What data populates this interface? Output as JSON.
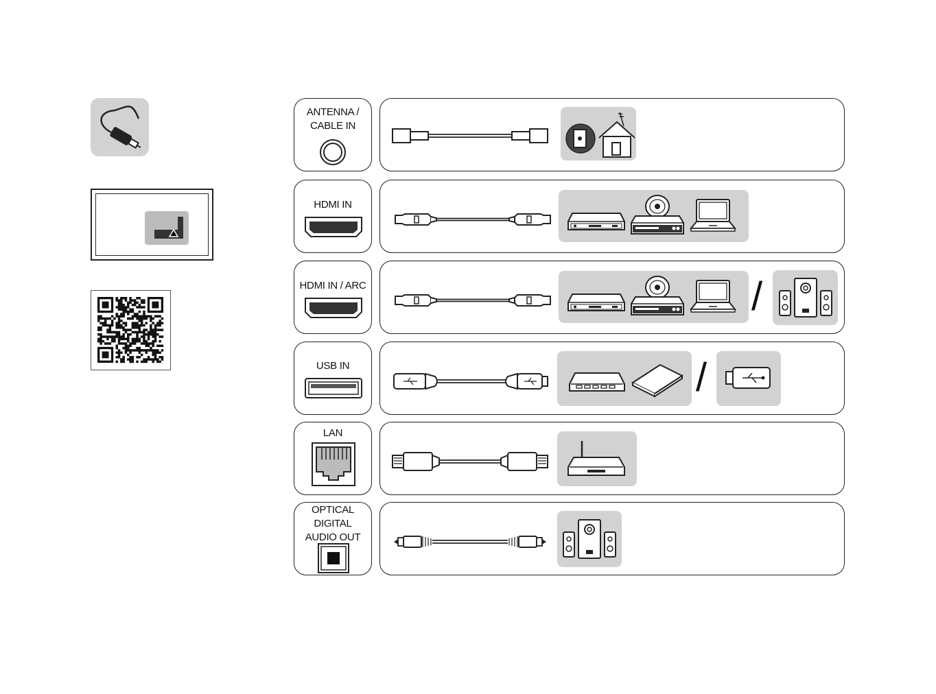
{
  "ports": [
    {
      "id": "antenna",
      "label_lines": [
        "ANTENNA /",
        "CABLE IN"
      ]
    },
    {
      "id": "hdmi",
      "label_lines": [
        "HDMI IN"
      ]
    },
    {
      "id": "hdmi-arc",
      "label_lines": [
        "HDMI IN / ARC"
      ]
    },
    {
      "id": "usb",
      "label_lines": [
        "USB IN"
      ]
    },
    {
      "id": "lan",
      "label_lines": [
        "LAN"
      ]
    },
    {
      "id": "optical",
      "label_lines": [
        "OPTICAL",
        "DIGITAL",
        "AUDIO OUT"
      ]
    }
  ],
  "separator": "/",
  "colors": {
    "tile": "#d2d2d2",
    "line": "#222222",
    "background": "#ffffff"
  },
  "icons": {
    "left_column": [
      "cable-icon",
      "tv-rear-panel-icon",
      "qr-code"
    ],
    "antenna": [
      "coax-cable-icon",
      "antenna-wall-house-icon"
    ],
    "hdmi": [
      "hdmi-cable-icon",
      "set-top-box-icon",
      "dvd-player-icon",
      "laptop-icon"
    ],
    "hdmi_arc": [
      "hdmi-cable-icon",
      "set-top-box-icon",
      "dvd-player-icon",
      "laptop-icon",
      "speakers-icon"
    ],
    "usb": [
      "usb-cable-icon",
      "usb-hub-icon",
      "external-hdd-icon",
      "usb-stick-icon"
    ],
    "lan": [
      "lan-cable-icon",
      "router-icon"
    ],
    "optical": [
      "optical-cable-icon",
      "speakers-icon"
    ]
  }
}
